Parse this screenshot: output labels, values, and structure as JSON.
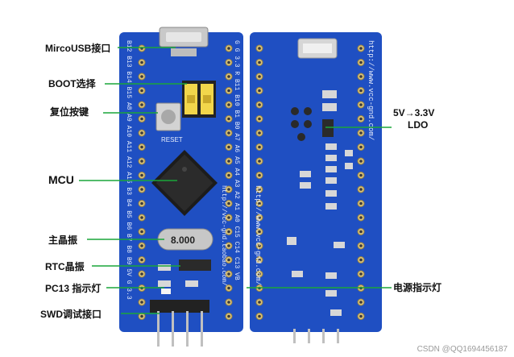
{
  "labels": {
    "microusb": "MircoUSB接口",
    "boot": "BOOT选择",
    "reset_key": "复位按键",
    "mcu": "MCU",
    "main_crystal": "主晶振",
    "rtc_crystal": "RTC晶振",
    "pc13_led": "PC13 指示灯",
    "swd": "SWD调试接口",
    "ldo_top": "5V→3.3V",
    "ldo_bottom": "LDO",
    "power_led": "电源指示灯"
  },
  "board_text": {
    "reset": "RESET",
    "crystal_value": "8.000",
    "url": "http://www.vcc-gnd.com/",
    "url_back": "http://www.vcc-gnd.com/",
    "url_taobao": "http://vcc-gnd.taobao.com/",
    "left_pins": "B12 B13 B14 B15 A8 A9 A10 A11 A12 A15 B3 B4 B5 B6 B7 B8 B9 5V G 3.3",
    "right_pins": "G G 3.3 R B11 B10 B1 B0 A7 A6 A5 A4 A3 A2 A1 A0 C15 C14 C13 VB"
  },
  "watermark": "CSDN @QQ1694456187",
  "colors": {
    "pcb": "#1f4fc2",
    "pcb_dark": "#183f9c",
    "leader_line": "#1aa63a",
    "silk": "#e8eefc"
  }
}
